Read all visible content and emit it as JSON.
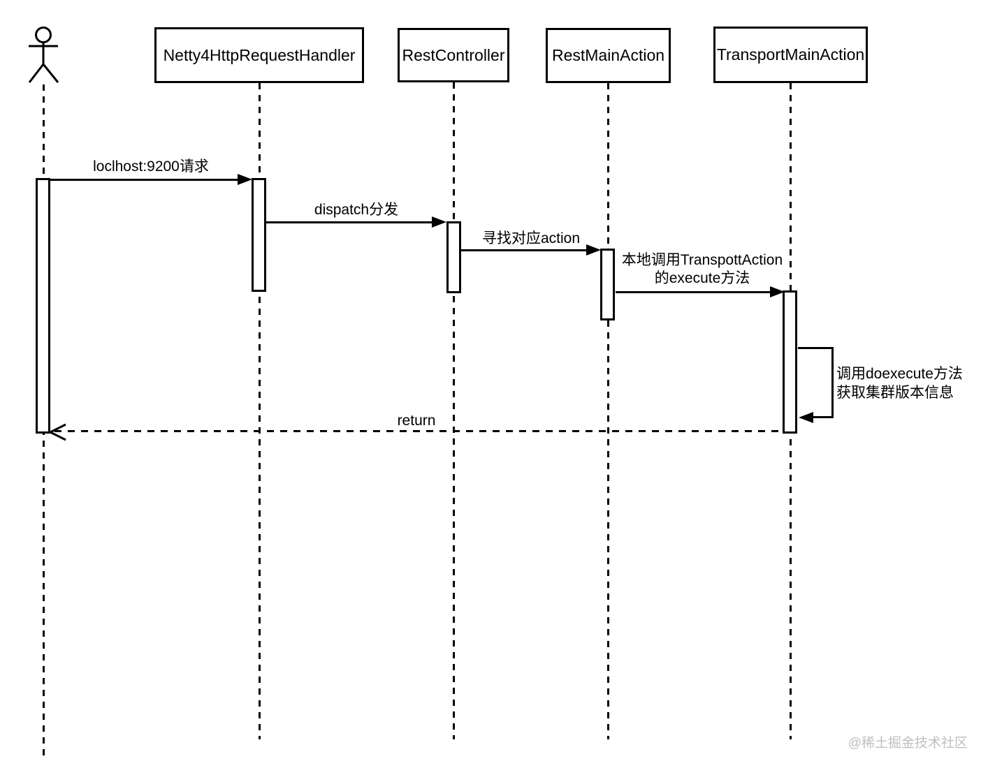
{
  "diagram_type": "uml-sequence",
  "actor": {
    "icon": "stick-figure-actor"
  },
  "participants": [
    {
      "label": "Netty4HttpRequestHandler"
    },
    {
      "label": "RestController"
    },
    {
      "label": "RestMainAction"
    },
    {
      "label": "TransportMainAction"
    }
  ],
  "messages": [
    {
      "from": "actor",
      "to": "Netty4HttpRequestHandler",
      "label": "loclhost:9200请求",
      "line": "solid"
    },
    {
      "from": "Netty4HttpRequestHandler",
      "to": "RestController",
      "label": "dispatch分发",
      "line": "solid"
    },
    {
      "from": "RestController",
      "to": "RestMainAction",
      "label": "寻找对应action",
      "line": "solid"
    },
    {
      "from": "RestMainAction",
      "to": "TransportMainAction",
      "label_line1": "本地调用TranspottAction",
      "label_line2": "的execute方法",
      "line": "solid"
    },
    {
      "from": "TransportMainAction",
      "to": "TransportMainAction",
      "label_line1": "调用doexecute方法",
      "label_line2": "获取集群版本信息",
      "line": "solid",
      "self_call": true
    },
    {
      "from": "TransportMainAction",
      "to": "actor",
      "label": "return",
      "line": "dashed"
    }
  ],
  "watermark": "@稀土掘金技术社区",
  "colors": {
    "line": "#000000",
    "background": "#ffffff",
    "activation_fill": "#ffffff",
    "watermark": "#bfbfbf"
  }
}
